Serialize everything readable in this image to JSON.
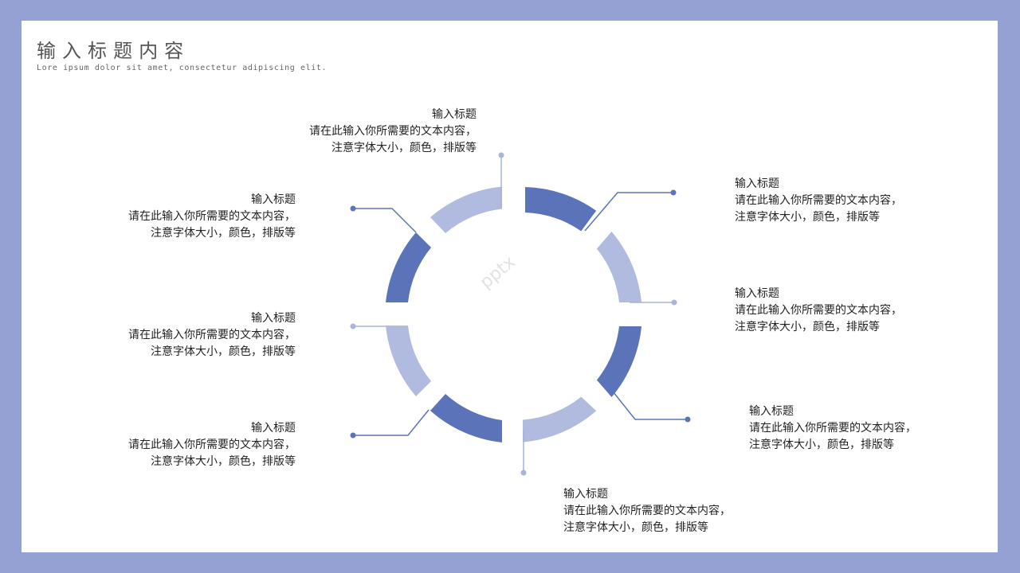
{
  "header": {
    "title": "输 入 标 题 内 容",
    "subtitle": "Lore ipsum dolor sit amet, consectetur adipiscing elit."
  },
  "items": [
    {
      "title": "输入标题",
      "line1": "请在此输入你所需要的文本内容，",
      "line2": "注意字体大小，颜色，排版等"
    },
    {
      "title": "输入标题",
      "line1": "请在此输入你所需要的文本内容，",
      "line2": "注意字体大小，颜色，排版等"
    },
    {
      "title": "输入标题",
      "line1": "请在此输入你所需要的文本内容，",
      "line2": "注意字体大小，颜色，排版等"
    },
    {
      "title": "输入标题",
      "line1": "请在此输入你所需要的文本内容，",
      "line2": "注意字体大小，颜色，排版等"
    },
    {
      "title": "输入标题",
      "line1": "请在此输入你所需要的文本内容，",
      "line2": "注意字体大小，颜色，排版等"
    },
    {
      "title": "输入标题",
      "line1": "请在此输入你所需要的文本内容，",
      "line2": "注意字体大小，颜色，排版等"
    },
    {
      "title": "输入标题",
      "line1": "请在此输入你所需要的文本内容，",
      "line2": "注意字体大小，颜色，排版等"
    },
    {
      "title": "输入标题",
      "line1": "请在此输入你所需要的文本内容，",
      "line2": "注意字体大小，颜色，排版等"
    }
  ],
  "colors": {
    "frame": "#95a1d3",
    "dark_segment": "#5b73b9",
    "light_segment": "#b1badf",
    "line": "#5b73b9",
    "light_line": "#a9b3dc"
  },
  "watermark": "pptx"
}
